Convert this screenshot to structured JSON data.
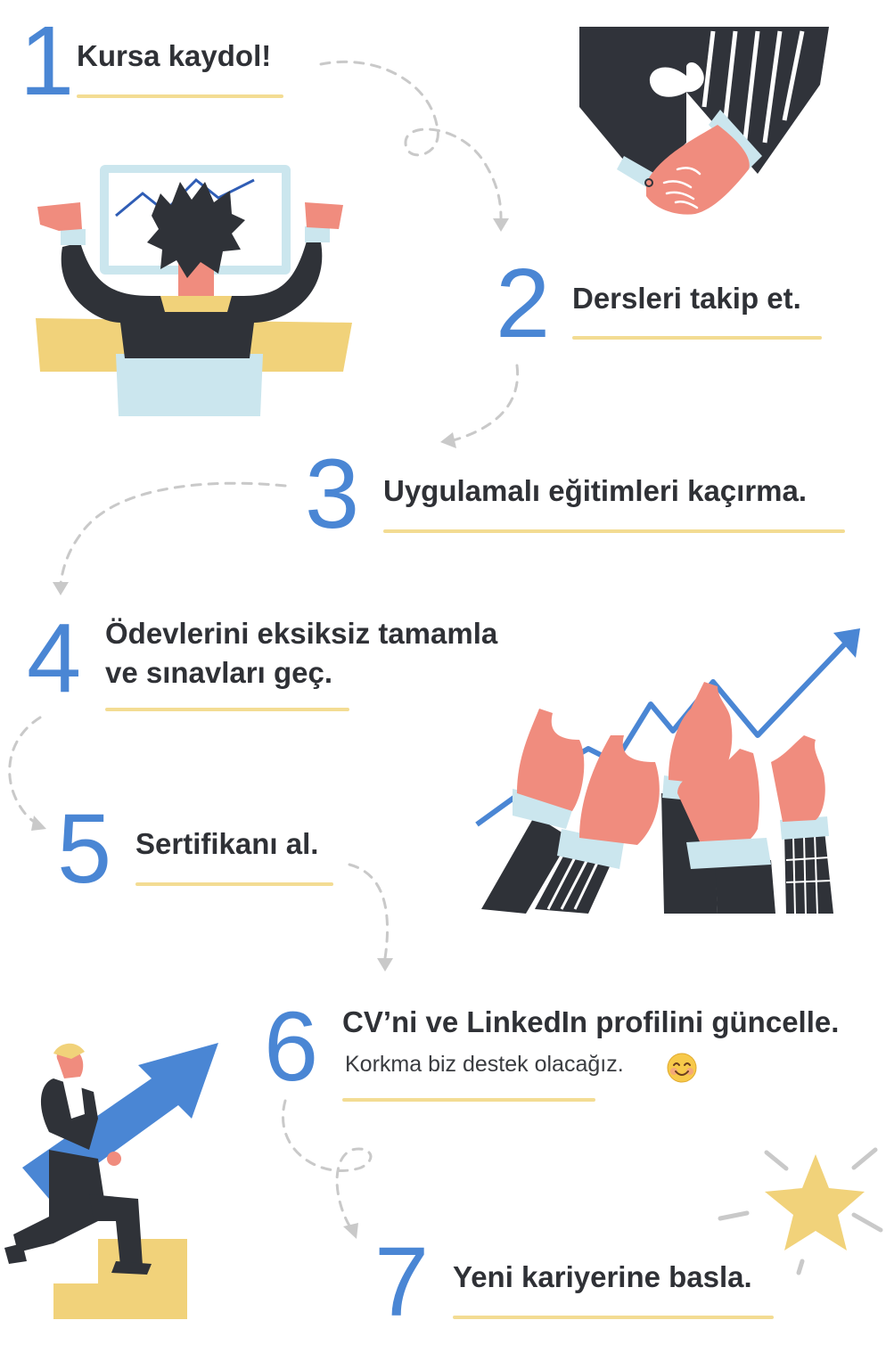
{
  "steps": [
    {
      "number": "1",
      "title": "Kursa kaydol!"
    },
    {
      "number": "2",
      "title": "Dersleri takip et."
    },
    {
      "number": "3",
      "title": "Uygulamalı eğitimleri kaçırma."
    },
    {
      "number": "4",
      "title_line1": "Ödevlerini eksiksiz tamamla",
      "title_line2": "ve sınavları geç."
    },
    {
      "number": "5",
      "title": "Sertifikanı al."
    },
    {
      "number": "6",
      "title": "CV’ni ve LinkedIn profilini güncelle.",
      "subtitle": "Korkma biz destek olacağız."
    },
    {
      "number": "7",
      "title": "Yeni kariyerine basla."
    }
  ],
  "colors": {
    "number": "#4a86d4",
    "underline": "#f3dc93",
    "text": "#2f3136",
    "dark": "#2f3238",
    "skin": "#f08c7e",
    "cuff": "#cbe6ee",
    "yellow": "#f1d27a"
  },
  "icons": [
    "handshake-illustration",
    "celebrating-person-illustration",
    "thumbs-up-growth-illustration",
    "person-carrying-arrow-illustration",
    "star-illustration",
    "smiling-face-emoji"
  ]
}
